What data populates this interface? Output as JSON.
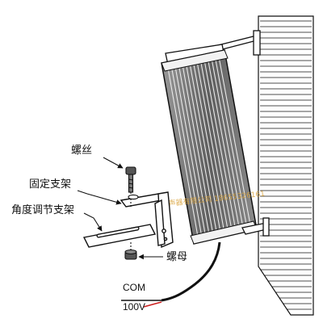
{
  "labels": {
    "screw": "螺丝",
    "fixed_bracket": "固定支架",
    "angle_bracket": "角度调节支架",
    "nut": "螺母",
    "com": "COM",
    "voltage": "100V"
  },
  "watermark": "扬声器有限公司 18655326161",
  "colors": {
    "line": "#111111",
    "speaker_light": "#f2f2f2",
    "speaker_dark": "#6a6a6a",
    "bolt": "#333333",
    "cable": "#111111",
    "wire_red": "#cc1f1f",
    "watermark": "#d9a23a"
  },
  "icons": {
    "wall": "hatched-wall",
    "speaker": "column-speaker",
    "bolt": "screw-bolt",
    "nut": "hex-nut",
    "arrow": "pointer-arrow"
  }
}
